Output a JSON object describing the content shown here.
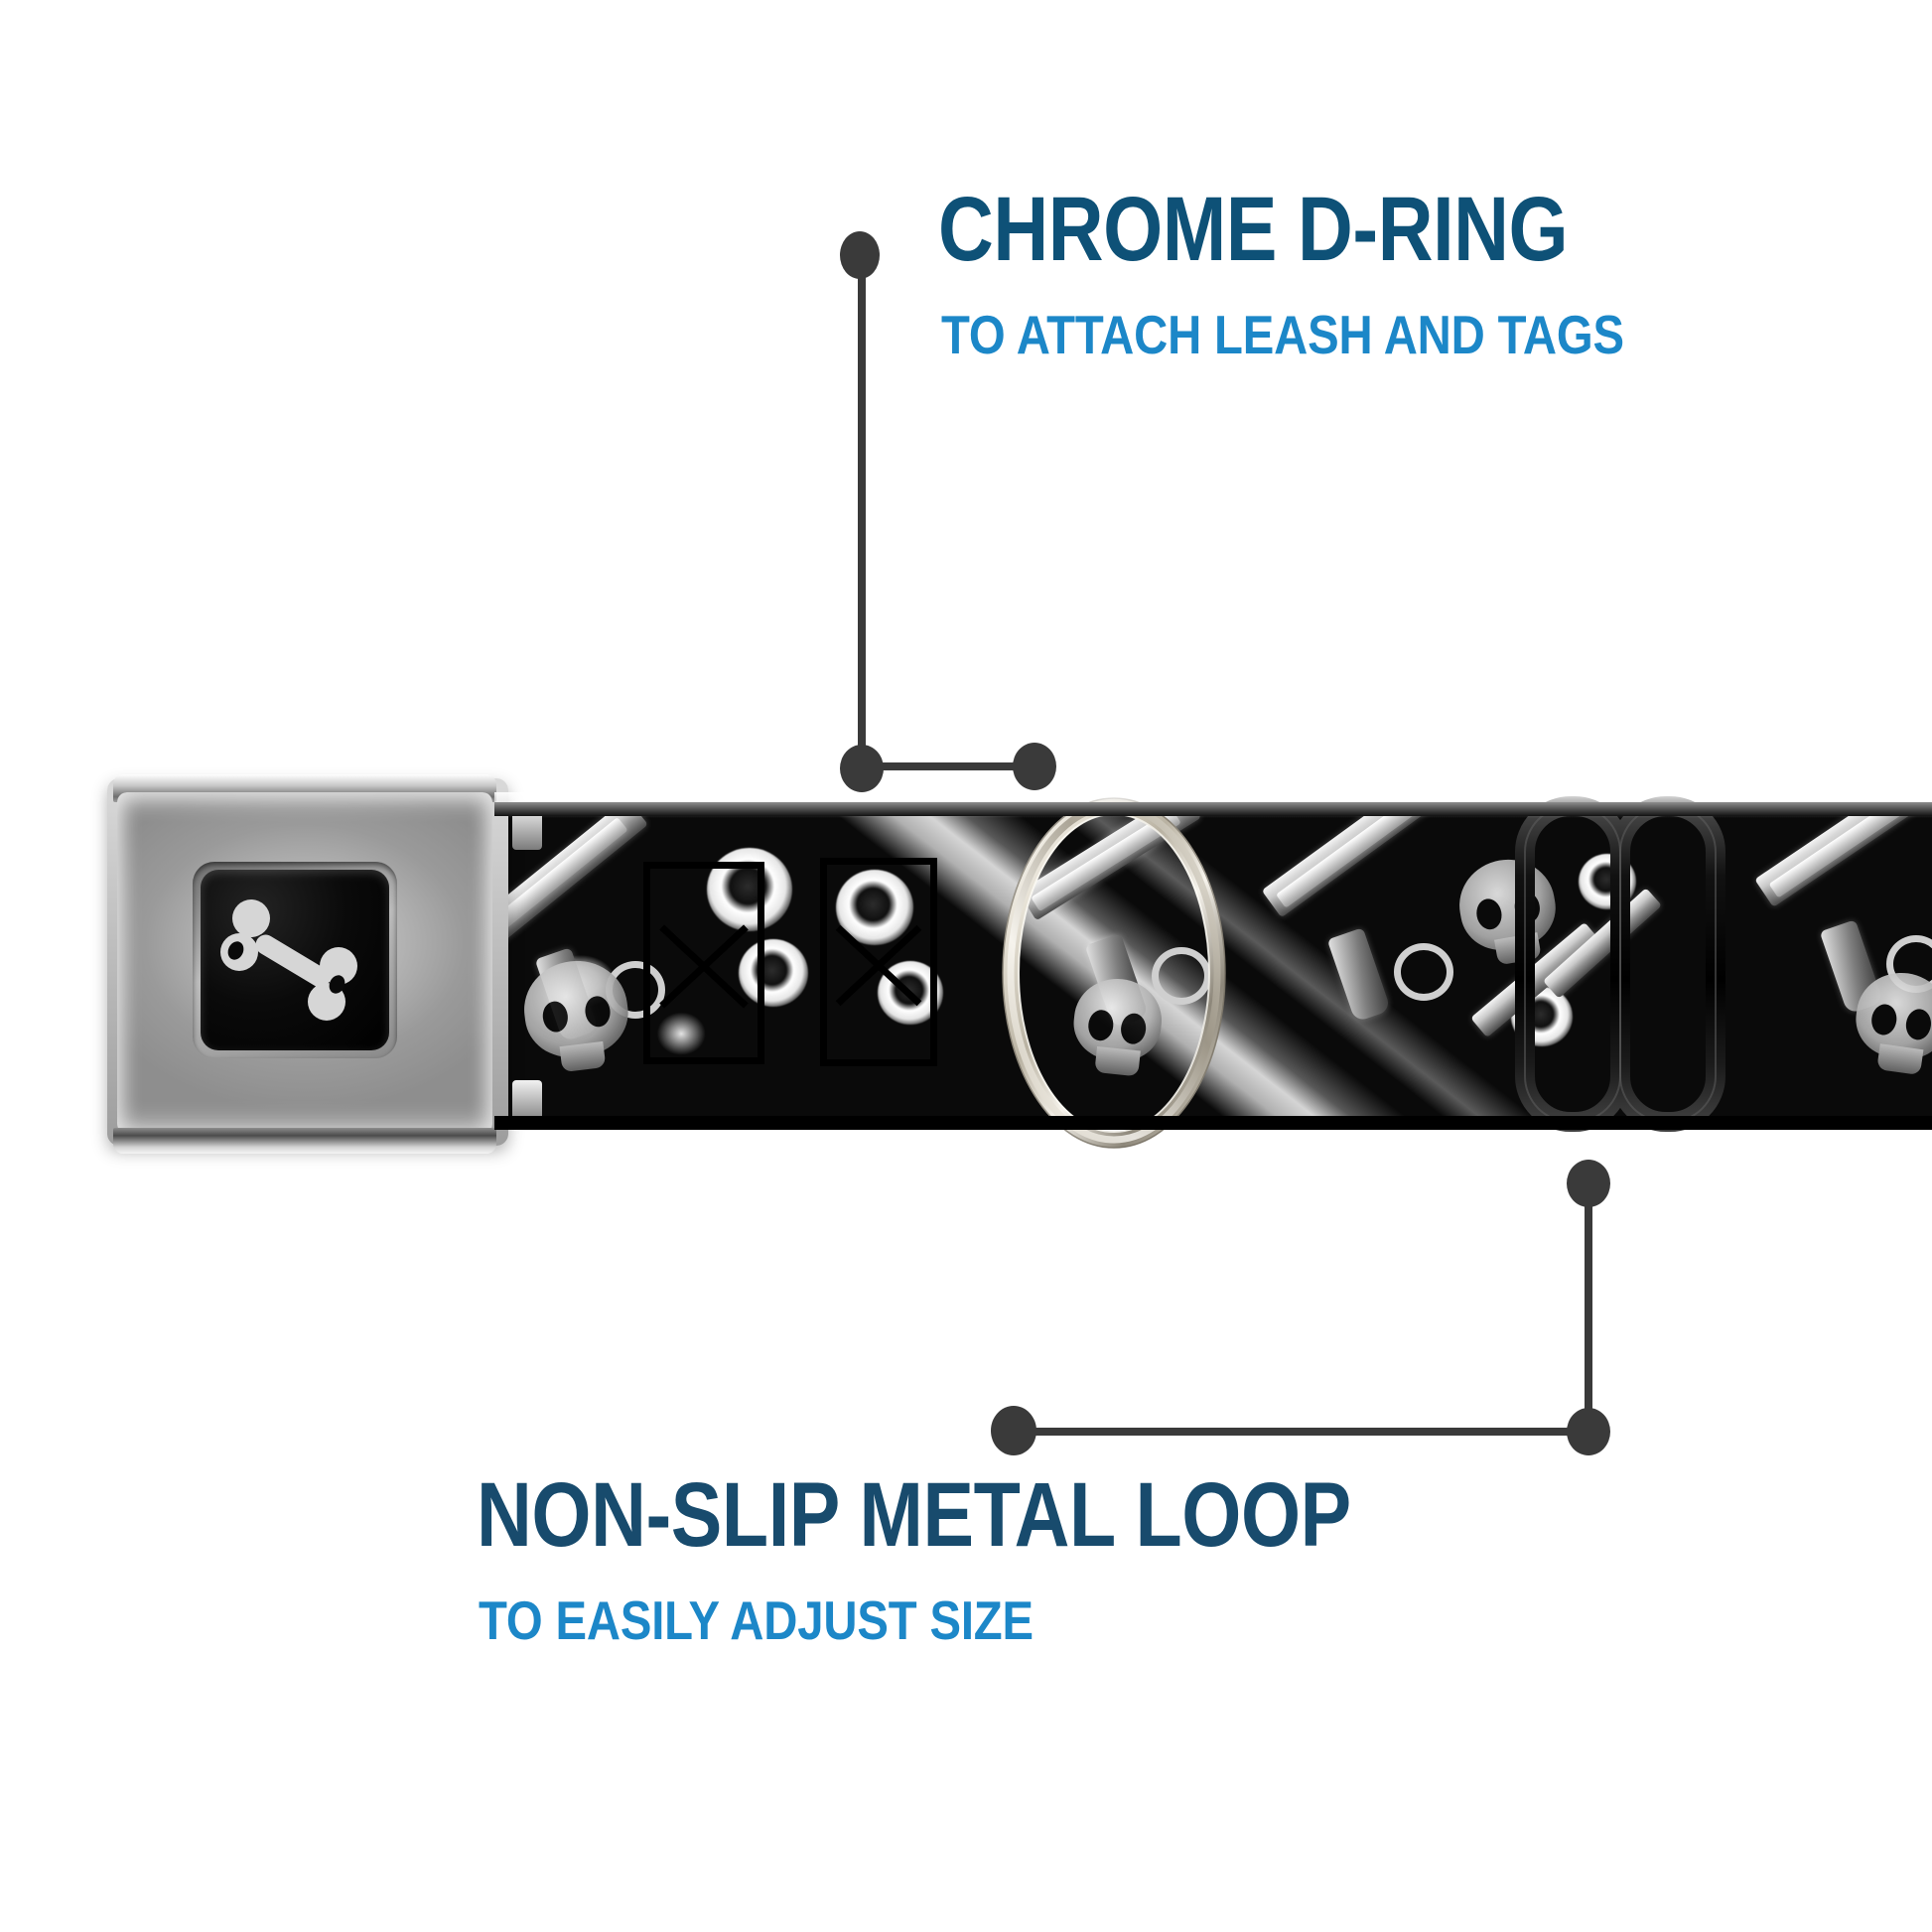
{
  "page": {
    "background_color": "#ffffff",
    "product": "dog collar with seatbelt buckle"
  },
  "callouts": [
    {
      "id": "chrome-d-ring",
      "title": "CHROME D-RING",
      "subtitle": "TO ATTACH LEASH AND TAGS",
      "title_color": "#0e5177",
      "subtitle_color": "#1c87c8",
      "leader_color": "#3a3a3a",
      "position": "top-right"
    },
    {
      "id": "non-slip-metal-loop",
      "title": "NON-SLIP METAL LOOP",
      "subtitle": "TO EASILY ADJUST SIZE",
      "title_color": "#184b6d",
      "subtitle_color": "#1c87c8",
      "leader_color": "#3a3a3a",
      "position": "bottom-left"
    }
  ],
  "product_parts": {
    "buckle": {
      "name": "chrome seatbelt buckle",
      "finish_color": "#b3b3b3",
      "window_color": "#000000",
      "logo": "dog-bone",
      "logo_color": "#d6d6d6"
    },
    "webbing": {
      "name": "printed nylon webbing strap",
      "base_color": "#0a0a0a",
      "print_color": "#e8e8e8",
      "motifs": [
        "pistol",
        "skull",
        "bullet-hole",
        "x-stitch"
      ]
    },
    "d_ring": {
      "name": "chrome D-ring",
      "finish_color": "#cfc9bd"
    },
    "metal_loop": {
      "name": "non-slip black metal loop",
      "finish_color": "#1a1a1a"
    }
  }
}
